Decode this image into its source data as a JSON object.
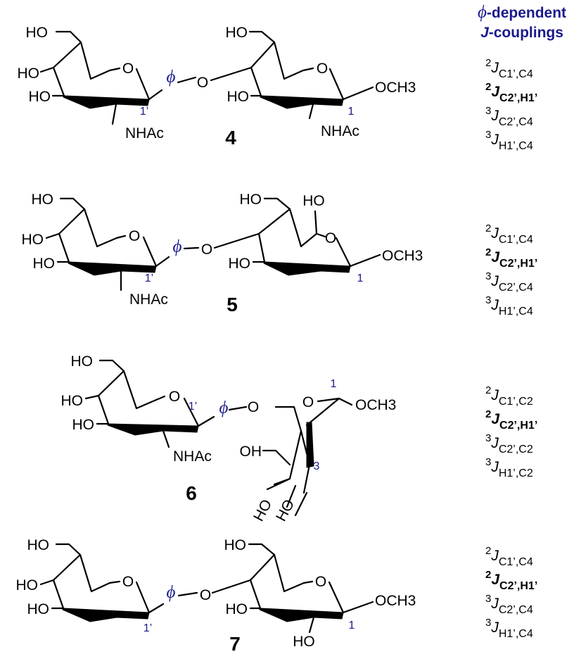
{
  "header": {
    "line1_symbol": "ϕ",
    "line1_text": "-dependent",
    "line2_symbol": "J",
    "line2_text": "-couplings"
  },
  "glyphs": {
    "phi": "ϕ",
    "prime": "’"
  },
  "colors": {
    "accent": "#1a1a8c",
    "ink": "#000000"
  },
  "groups": {
    "OH": "OH",
    "HO": "HO",
    "O": "O",
    "NHAc": "NHAc",
    "OCH3": "OCH3"
  },
  "compounds": [
    {
      "id": "4",
      "couplings": [
        {
          "sup": "2",
          "J": "J",
          "sub": "C1’,C4",
          "bold": false
        },
        {
          "sup": "2",
          "J": "J",
          "sub": "C2’,H1’",
          "bold": true
        },
        {
          "sup": "3",
          "J": "J",
          "sub": "C2’,C4",
          "bold": false
        },
        {
          "sup": "3",
          "J": "J",
          "sub": "H1’,C4",
          "bold": false
        }
      ],
      "labels": {
        "a": "1’",
        "b": "1"
      }
    },
    {
      "id": "5",
      "couplings": [
        {
          "sup": "2",
          "J": "J",
          "sub": "C1’,C4",
          "bold": false
        },
        {
          "sup": "2",
          "J": "J",
          "sub": "C2’,H1’",
          "bold": true
        },
        {
          "sup": "3",
          "J": "J",
          "sub": "C2’,C4",
          "bold": false
        },
        {
          "sup": "3",
          "J": "J",
          "sub": "H1’,C4",
          "bold": false
        }
      ],
      "labels": {
        "a": "1’",
        "b": "1"
      }
    },
    {
      "id": "6",
      "couplings": [
        {
          "sup": "2",
          "J": "J",
          "sub": "C1’,C2",
          "bold": false
        },
        {
          "sup": "2",
          "J": "J",
          "sub": "C2’,H1’",
          "bold": true
        },
        {
          "sup": "3",
          "J": "J",
          "sub": "C2’,C2",
          "bold": false
        },
        {
          "sup": "3",
          "J": "J",
          "sub": "H1’,C2",
          "bold": false
        }
      ],
      "labels": {
        "a": "1’",
        "b": "1",
        "c": "3"
      }
    },
    {
      "id": "7",
      "couplings": [
        {
          "sup": "2",
          "J": "J",
          "sub": "C1’,C4",
          "bold": false
        },
        {
          "sup": "2",
          "J": "J",
          "sub": "C2’,H1’",
          "bold": true
        },
        {
          "sup": "3",
          "J": "J",
          "sub": "C2’,C4",
          "bold": false
        },
        {
          "sup": "3",
          "J": "J",
          "sub": "H1’,C4",
          "bold": false
        }
      ],
      "labels": {
        "a": "1’",
        "b": "1"
      }
    }
  ]
}
